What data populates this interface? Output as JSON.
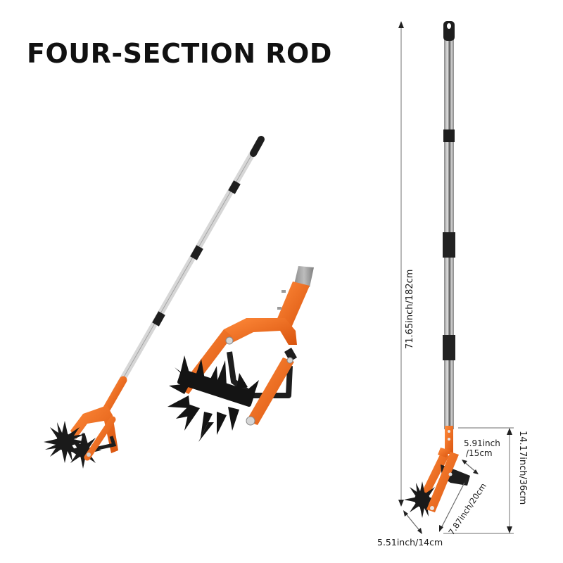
{
  "title": "FOUR-SECTION ROD",
  "colors": {
    "accent_orange": "#f26b1d",
    "pole_silver": "#b8b8b8",
    "pole_dark": "#555555",
    "grip_black": "#1e1e1e",
    "spike_black": "#1a1a1a",
    "dimension_line": "#888888",
    "text": "#111111"
  },
  "product_views": [
    {
      "name": "full-tool-angled-view",
      "description": "Telescoping rotary cultivator, angled"
    },
    {
      "name": "head-closeup-view",
      "description": "Cultivator head close-up"
    },
    {
      "name": "full-tool-upright-dimension-view",
      "description": "Upright tool with dimensions"
    }
  ],
  "dimensions": {
    "total_length": "71.65inch/182cm",
    "head_height": "14.17inch/36cm",
    "head_width_line1": "5.91inch",
    "head_width_line2": "/15cm",
    "arm_length": "7.87inch/20cm",
    "wheel_width": "5.51inch/14cm"
  }
}
